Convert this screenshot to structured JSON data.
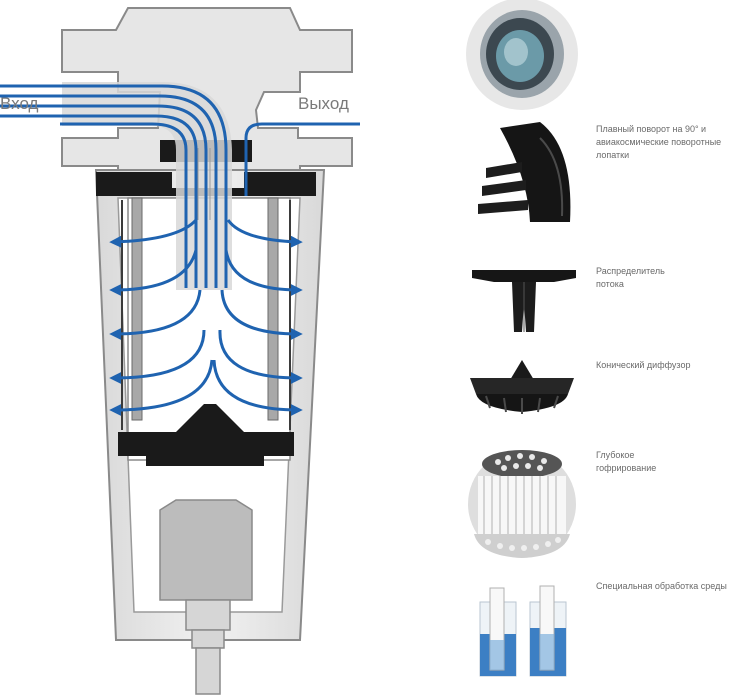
{
  "labels": {
    "inlet": "Вход",
    "outlet": "Выход"
  },
  "features": [
    {
      "icon": "smooth-turn-cap-icon",
      "text": ""
    },
    {
      "icon": "turning-vanes-icon",
      "text": "Плавный поворот на 90° и\nавиакосмические поворотные\nлопатки"
    },
    {
      "icon": "flow-distributor-icon",
      "text": "Распределитель\nпотока"
    },
    {
      "icon": "conical-diffuser-icon",
      "text": "Конический диффузор"
    },
    {
      "icon": "deep-pleated-element-icon",
      "text": "Глубокое\nгофрирование"
    },
    {
      "icon": "media-treatment-beakers-icon",
      "text": "Специальная обработка среды"
    }
  ],
  "colors": {
    "housing": "#e2e2e2",
    "housing_outline": "#8a8a8a",
    "flow_arrows": "#1f63b0",
    "element_parts": "#1a1a1a",
    "drain": "#b9b9b9"
  }
}
